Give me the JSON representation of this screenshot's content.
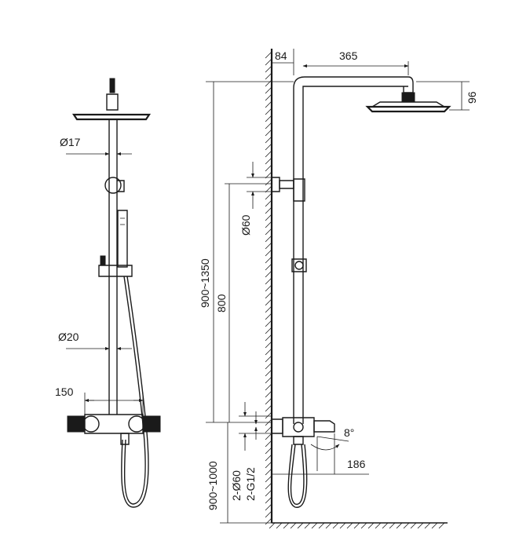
{
  "front_view": {
    "labels": {
      "d17": "Ø17",
      "d20": "Ø20",
      "w150": "150"
    }
  },
  "side_view": {
    "labels": {
      "w84": "84",
      "w365": "365",
      "h96": "96",
      "d60": "Ø60",
      "h900_1350": "900~1350",
      "h800": "800",
      "angle8": "8°",
      "w186": "186",
      "h900_1000": "900~1000",
      "holes_d60": "2-Ø60",
      "thread_g12": "2-G1/2"
    }
  }
}
